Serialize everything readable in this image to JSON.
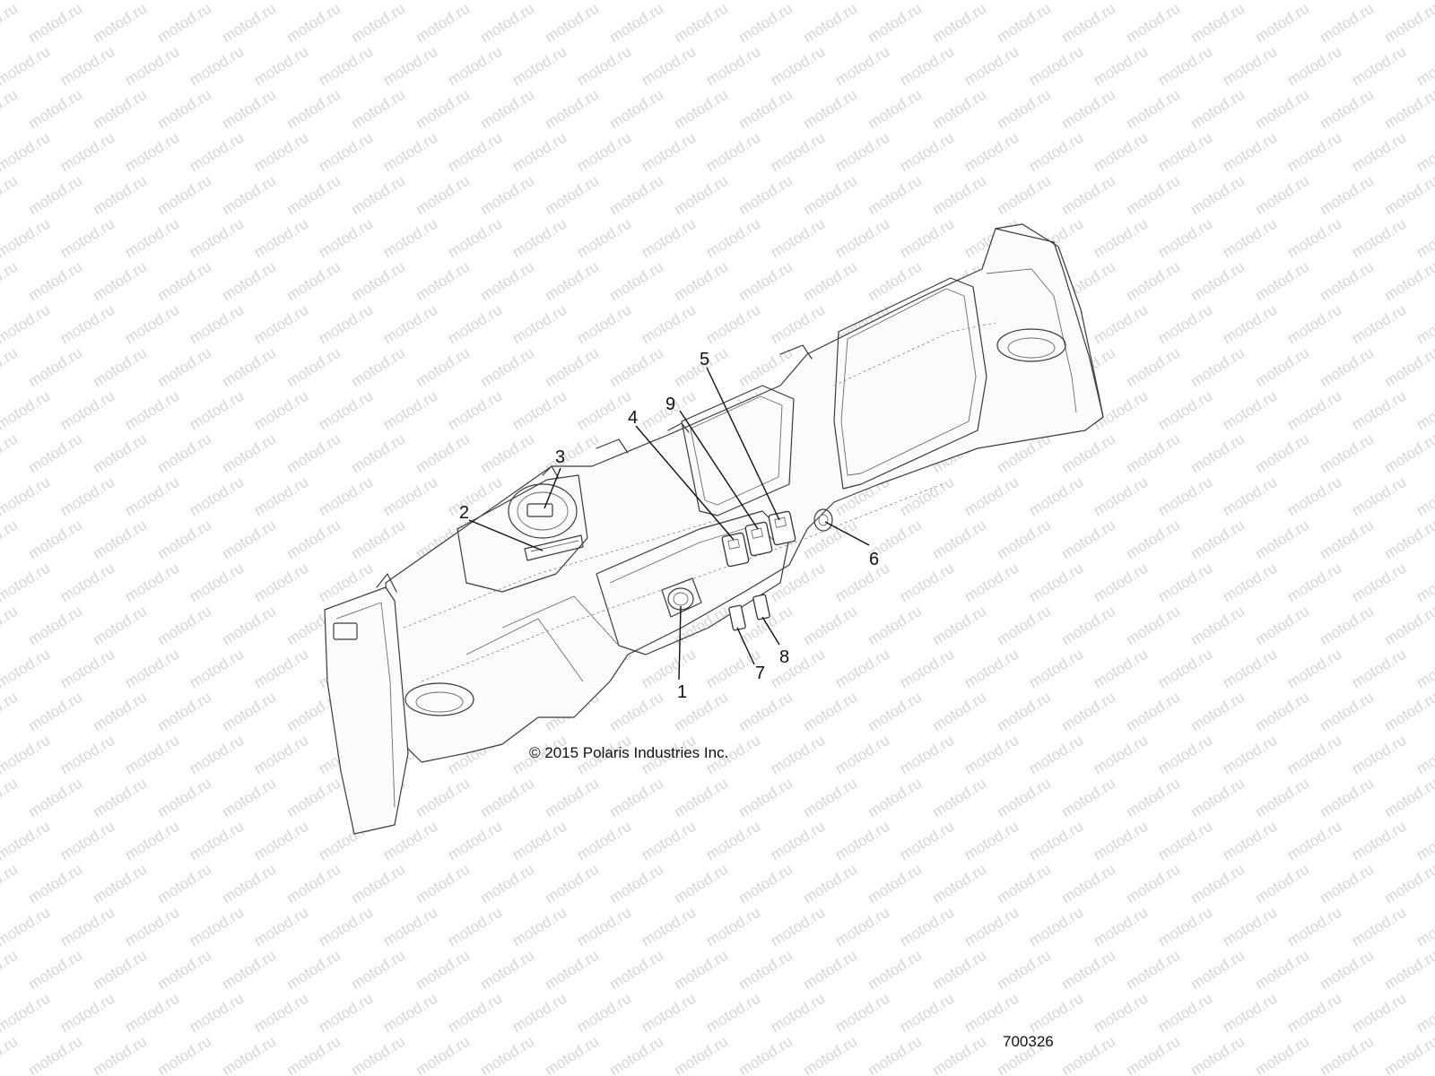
{
  "watermark": {
    "text": "motod.ru",
    "color": "#d6d6d6"
  },
  "callouts": [
    {
      "number": "1",
      "part": "ignition-switch"
    },
    {
      "number": "2",
      "part": "decal"
    },
    {
      "number": "3",
      "part": "gauge"
    },
    {
      "number": "4",
      "part": "rocker-switch-left"
    },
    {
      "number": "5",
      "part": "rocker-switch-right"
    },
    {
      "number": "6",
      "part": "power-outlet"
    },
    {
      "number": "7",
      "part": "lower-switch-left"
    },
    {
      "number": "8",
      "part": "lower-switch-right"
    },
    {
      "number": "9",
      "part": "rocker-switch-middle"
    }
  ],
  "copyright": "© 2015 Polaris Industries Inc.",
  "diagram_id": "700326",
  "colors": {
    "line": "#3a3a3a",
    "text": "#111111",
    "background": "#ffffff"
  }
}
